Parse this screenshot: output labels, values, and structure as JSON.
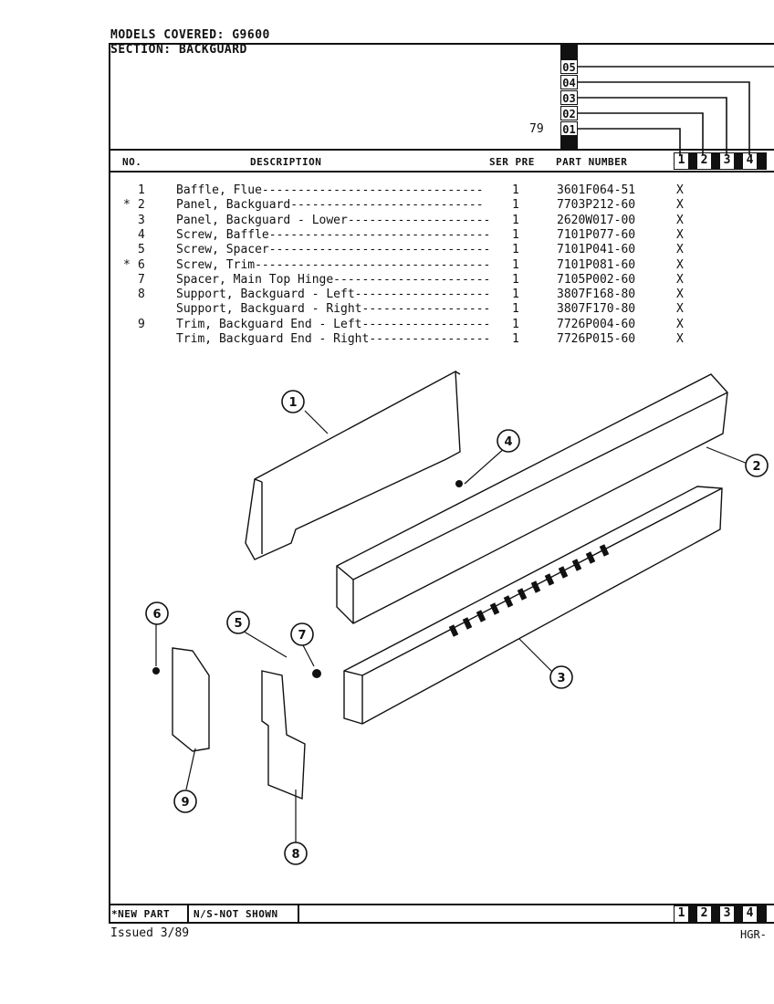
{
  "header": {
    "models_covered": "MODELS COVERED:  G9600",
    "section": "SECTION:  BACKGUARD"
  },
  "serial_codes": [
    "05",
    "04",
    "03",
    "02",
    "01"
  ],
  "year_prefix": "79",
  "columns": {
    "no": "NO.",
    "description": "DESCRIPTION",
    "ser_pre": "SER PRE",
    "part_number": "PART NUMBER"
  },
  "model_boxes": [
    "1",
    "2",
    "3",
    "4"
  ],
  "parts": [
    {
      "mark": "",
      "no": "1",
      "desc": "Baffle, Flue-------------------------------",
      "qty": "1",
      "part": "3601F064-51",
      "x": "X"
    },
    {
      "mark": "*",
      "no": "2",
      "desc": "Panel, Backguard---------------------------",
      "qty": "1",
      "part": "7703P212-60",
      "x": "X"
    },
    {
      "mark": "",
      "no": "3",
      "desc": "Panel, Backguard - Lower--------------------",
      "qty": "1",
      "part": "2620W017-00",
      "x": "X"
    },
    {
      "mark": "",
      "no": "4",
      "desc": "Screw, Baffle-------------------------------",
      "qty": "1",
      "part": "7101P077-60",
      "x": "X"
    },
    {
      "mark": "",
      "no": "5",
      "desc": "Screw, Spacer-------------------------------",
      "qty": "1",
      "part": "7101P041-60",
      "x": "X"
    },
    {
      "mark": "*",
      "no": "6",
      "desc": "Screw, Trim---------------------------------",
      "qty": "1",
      "part": "7101P081-60",
      "x": "X"
    },
    {
      "mark": "",
      "no": "7",
      "desc": "Spacer, Main Top Hinge----------------------",
      "qty": "1",
      "part": "7105P002-60",
      "x": "X"
    },
    {
      "mark": "",
      "no": "8",
      "desc": "Support, Backguard - Left-------------------",
      "qty": "1",
      "part": "3807F168-80",
      "x": "X"
    },
    {
      "mark": "",
      "no": "",
      "desc": "Support, Backguard - Right------------------",
      "qty": "1",
      "part": "3807F170-80",
      "x": "X"
    },
    {
      "mark": "",
      "no": "9",
      "desc": "Trim, Backguard End - Left------------------",
      "qty": "1",
      "part": "7726P004-60",
      "x": "X"
    },
    {
      "mark": "",
      "no": "",
      "desc": "Trim, Backguard End - Right-----------------",
      "qty": "1",
      "part": "7726P015-60",
      "x": "X"
    }
  ],
  "callouts": [
    "1",
    "2",
    "3",
    "4",
    "5",
    "6",
    "7",
    "8",
    "9"
  ],
  "footer": {
    "new_part": "*NEW PART",
    "not_shown": "N/S-NOT SHOWN",
    "issued": "Issued 3/89",
    "page_ref": "HGR-"
  }
}
